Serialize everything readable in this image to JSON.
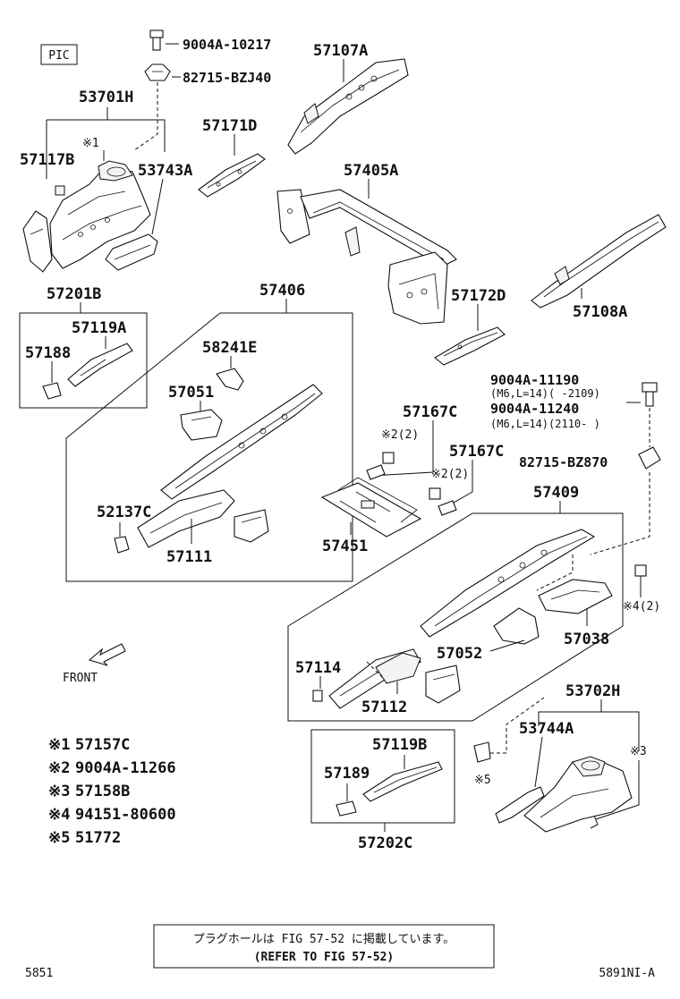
{
  "pic_label": "PIC",
  "part_labels": {
    "p9004A_10217": "9004A-10217",
    "p82715_BZJ40": "82715-BZJ40",
    "p57107A": "57107A",
    "p53701H": "53701H",
    "p57171D": "57171D",
    "p57117B": "57117B",
    "p53743A": "53743A",
    "p57405A": "57405A",
    "p57201B": "57201B",
    "p57406": "57406",
    "p57119A": "57119A",
    "p57188": "57188",
    "p57172D": "57172D",
    "p57108A": "57108A",
    "p58241E": "58241E",
    "p57051": "57051",
    "p9004A_11190": "9004A-11190",
    "p9004A_11190_note": "(M6,L=14)(      -2109)",
    "p9004A_11240": "9004A-11240",
    "p9004A_11240_note": "(M6,L=14)(2110-      )",
    "p57167C_a": "57167C",
    "p57167C_b": "57167C",
    "p82715_BZ870": "82715-BZ870",
    "p52137C": "52137C",
    "p57111": "57111",
    "p57451": "57451",
    "p57409": "57409",
    "p57052": "57052",
    "p57038": "57038",
    "p57114": "57114",
    "p57112": "57112",
    "p53702H": "53702H",
    "p53744A": "53744A",
    "p57119B": "57119B",
    "p57189": "57189",
    "p57202C": "57202C"
  },
  "callouts": {
    "c1": "※1",
    "c2a": "※2(2)",
    "c2b": "※2(2)",
    "c3": "※3",
    "c4": "※4(2)",
    "c5": "※5"
  },
  "front_label": "FRONT",
  "legend": [
    {
      "mark": "※1",
      "part": "57157C"
    },
    {
      "mark": "※2",
      "part": "9004A-11266"
    },
    {
      "mark": "※3",
      "part": "57158B"
    },
    {
      "mark": "※4",
      "part": "94151-80600"
    },
    {
      "mark": "※5",
      "part": "51772"
    }
  ],
  "footer_note": {
    "line1": "プラグホールは FIG 57-52 に掲載しています。",
    "line2": "(REFER TO FIG 57-52)"
  },
  "page_number": "5851",
  "figure_code": "5891NI-A"
}
